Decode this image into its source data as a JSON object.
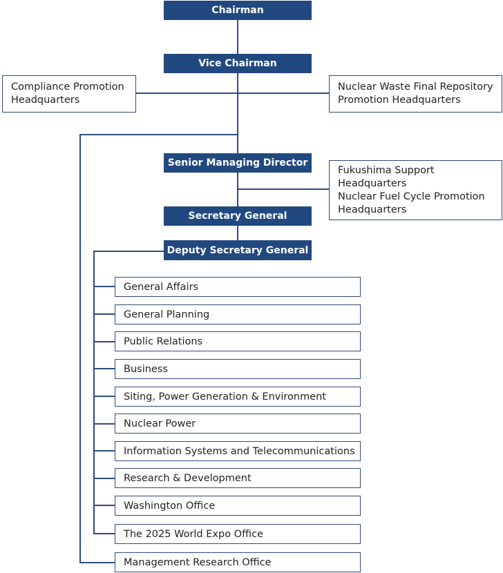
{
  "executive": {
    "chairman": "Chairman",
    "vice_chairman": "Vice Chairman",
    "senior_managing_director": "Senior Managing Director",
    "secretary_general": "Secretary General",
    "deputy_secretary_general": "Deputy Secretary General"
  },
  "side_units": {
    "compliance": [
      "Compliance Promotion",
      "Headquarters"
    ],
    "nuclear_waste": [
      "Nuclear Waste Final Repository",
      "Promotion Headquarters"
    ],
    "fukushima_fuel": [
      "Fukushima Support",
      "Headquarters",
      "Nuclear Fuel Cycle Promotion",
      "Headquarters"
    ]
  },
  "departments": [
    "General Affairs",
    "General Planning",
    "Public Relations",
    "Business",
    "Siting, Power Generation & Environment",
    "Nuclear Power",
    "Information Systems and Telecommunications",
    "Research & Development",
    "Washington Office",
    "The 2025 World Expo Office"
  ],
  "management_research_office": "Management Research Office"
}
